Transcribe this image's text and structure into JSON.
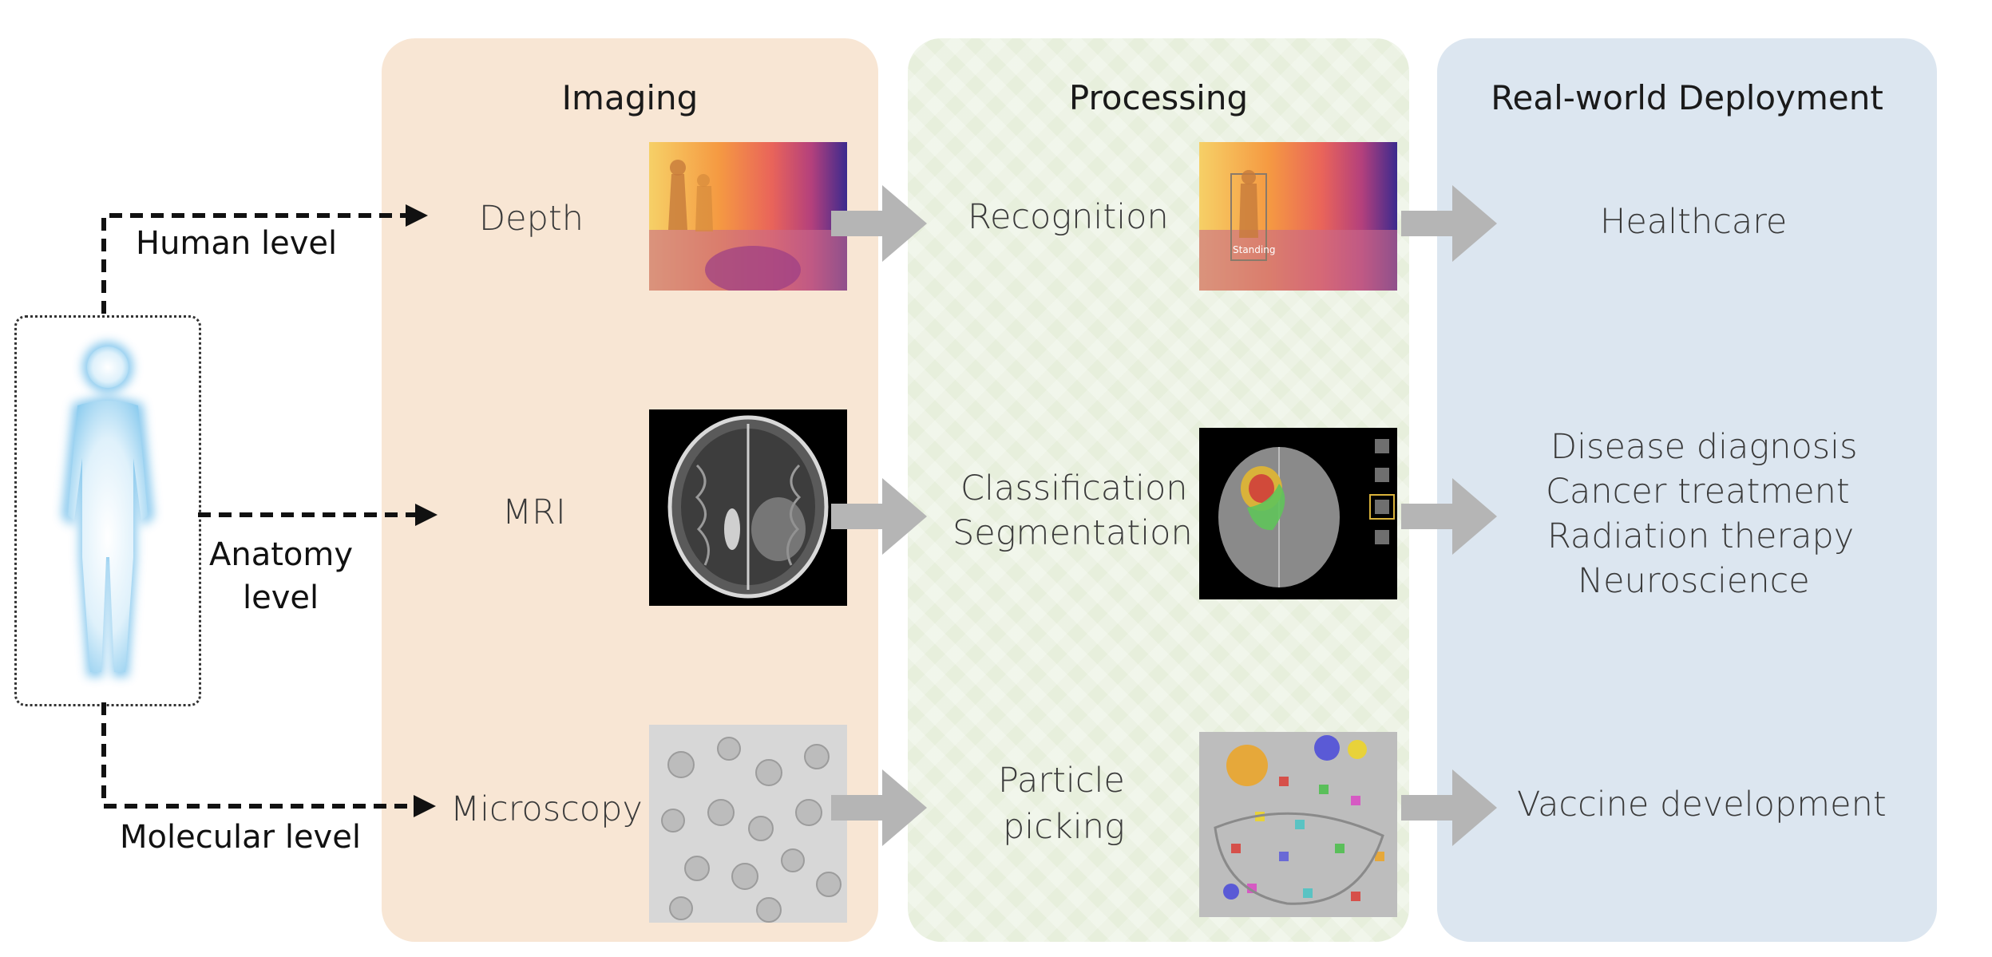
{
  "columns": {
    "imaging": "Imaging",
    "processing": "Processing",
    "deployment": "Real-world Deployment"
  },
  "levels": {
    "human": "Human level",
    "anatomy_line1": "Anatomy",
    "anatomy_line2": "level",
    "molecular": "Molecular level"
  },
  "rows": [
    {
      "imaging": "Depth",
      "processing": [
        "Recognition"
      ],
      "deployment": [
        "Healthcare"
      ],
      "overlay_text": "Standing"
    },
    {
      "imaging": "MRI",
      "processing": [
        "Classification",
        "Segmentation"
      ],
      "deployment": [
        "Disease diagnosis",
        "Cancer treatment",
        "Radiation therapy",
        "Neuroscience"
      ]
    },
    {
      "imaging": "Microscopy",
      "processing": [
        "Particle",
        "picking"
      ],
      "deployment": [
        "Vaccine development"
      ]
    }
  ],
  "colors": {
    "imaging_panel": "#f8e6d4",
    "processing_panel": "#e7efdc",
    "deployment_panel": "#dce6f0",
    "arrow": "#b5b5b5",
    "figure_glow": "#7fc4ec"
  }
}
